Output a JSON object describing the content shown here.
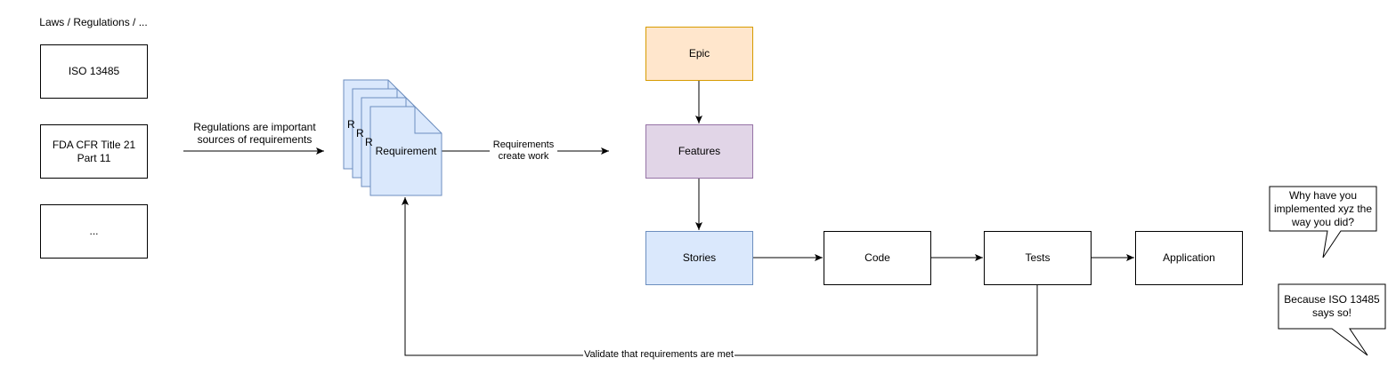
{
  "header": {
    "sources_title": "Laws / Regulations / ..."
  },
  "sources": [
    {
      "label": "ISO 13485"
    },
    {
      "label": "FDA CFR Title 21\nPart 11"
    },
    {
      "label": "..."
    }
  ],
  "requirements": {
    "label": "Requirement",
    "stack_peek_letter": "R"
  },
  "workflow": {
    "epic": "Epic",
    "features": "Features",
    "stories": "Stories",
    "code": "Code",
    "tests": "Tests",
    "application": "Application"
  },
  "edges": {
    "regulations_to_requirements": "Regulations are important\nsources of requirements",
    "requirements_to_work": "Requirements\ncreate work",
    "tests_to_requirements": "Validate that requirements are met"
  },
  "callouts": {
    "question": "Why have you\nimplemented xyz the\nway you did?",
    "answer": "Because ISO 13485\nsays so!"
  },
  "colors": {
    "epic_fill": "#ffe6cc",
    "epic_stroke": "#d79b00",
    "features_fill": "#e1d5e7",
    "features_stroke": "#9673a6",
    "stories_fill": "#dae8fc",
    "stories_stroke": "#6c8ebf",
    "requirement_fill": "#dae8fc",
    "requirement_stroke": "#6c8ebf",
    "line": "#000000"
  }
}
